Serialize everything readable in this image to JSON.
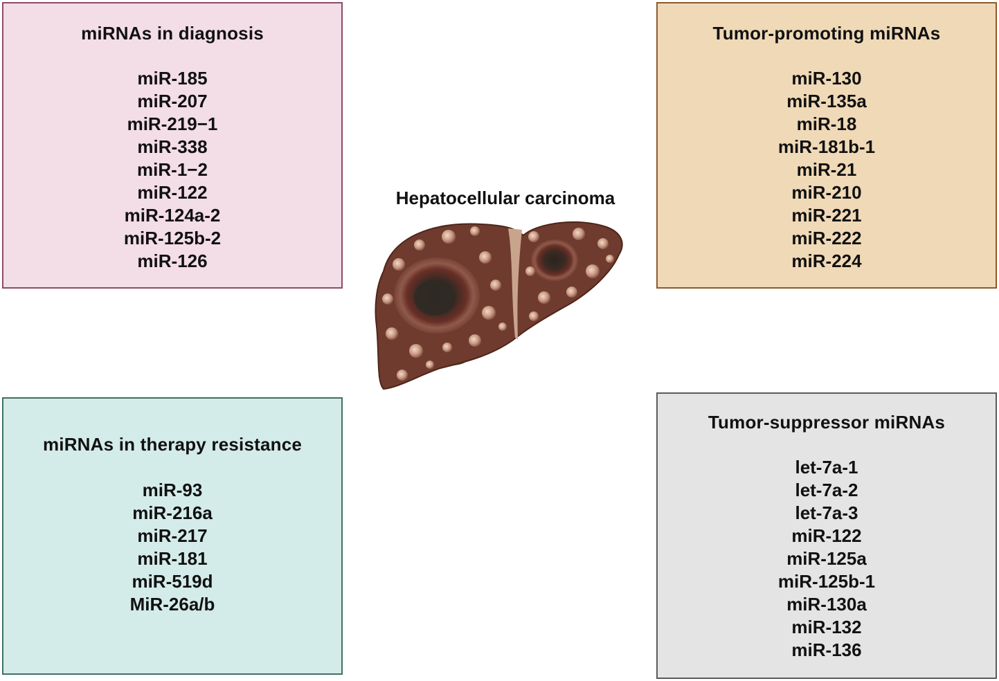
{
  "center": {
    "title": "Hepatocellular carcinoma"
  },
  "boxes": {
    "diagnosis": {
      "title": "miRNAs in diagnosis",
      "items": [
        "miR-185",
        "miR-207",
        "miR-219−1",
        "miR-338",
        "miR-1−2",
        "miR-122",
        "miR-124a-2",
        "miR-125b-2",
        "miR-126"
      ]
    },
    "promoting": {
      "title": "Tumor-promoting miRNAs",
      "items": [
        "miR-130",
        "miR-135a",
        "miR-18",
        "miR-181b-1",
        "miR-21",
        "miR-210",
        "miR-221",
        "miR-222",
        "miR-224"
      ]
    },
    "therapy": {
      "title": "miRNAs in therapy resistance",
      "items": [
        "miR-93",
        "miR-216a",
        "miR-217",
        "miR-181",
        "miR-519d",
        "MiR-26a/b"
      ]
    },
    "suppressor": {
      "title": "Tumor-suppressor miRNAs",
      "items": [
        "let-7a-1",
        "let-7a-2",
        "let-7a-3",
        "miR-122",
        "miR-125a",
        "miR-125b-1",
        "miR-130a",
        "miR-132",
        "miR-136"
      ]
    }
  },
  "colors": {
    "diagnosis_bg": "#f3dde7",
    "promoting_bg": "#f0d9b7",
    "therapy_bg": "#d4ece9",
    "suppressor_bg": "#e4e4e4",
    "liver": "#6e3b2e"
  },
  "icons": {
    "liver": "liver-with-tumors-icon"
  }
}
